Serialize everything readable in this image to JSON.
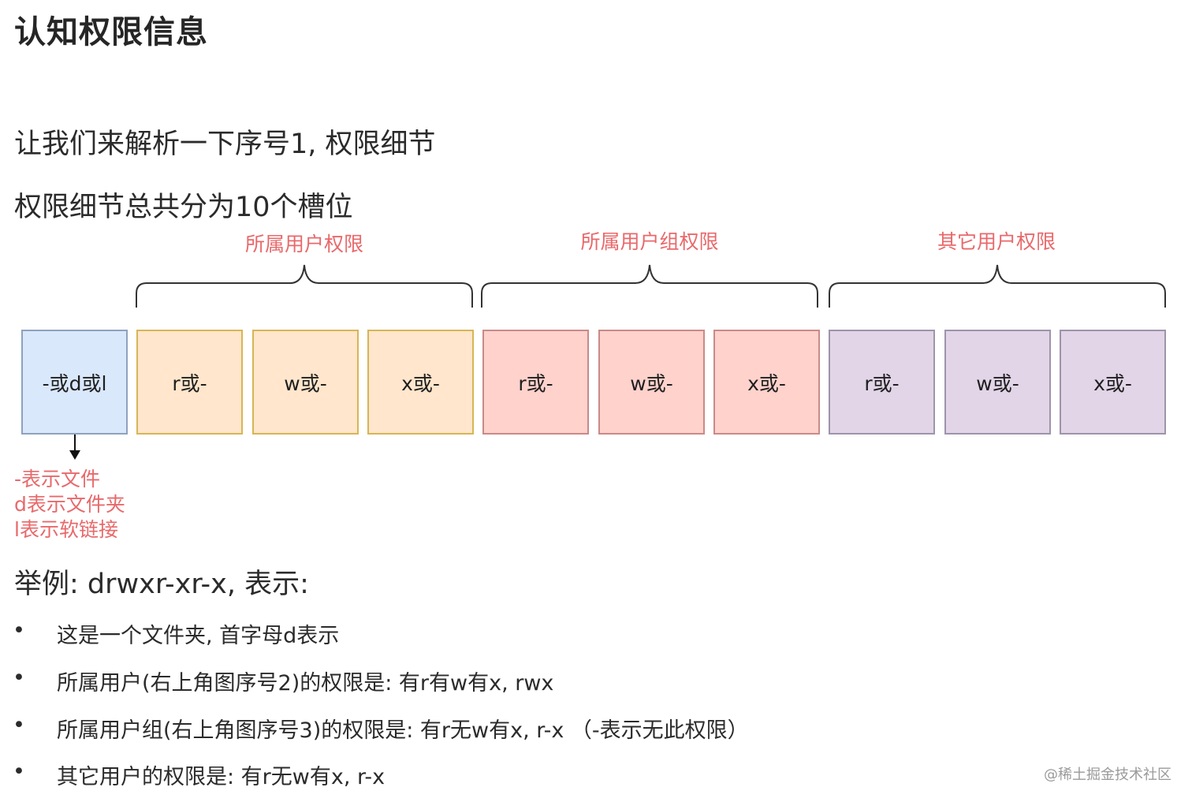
{
  "page": {
    "title": "认知权限信息",
    "intro_line_1": "让我们来解析一下序号1, 权限细节",
    "intro_line_2": "权限细节总共分为10个槽位"
  },
  "diagram": {
    "groups": [
      {
        "label": "所属用户权限",
        "color": "#e8696b"
      },
      {
        "label": "所属用户组权限",
        "color": "#e8696b"
      },
      {
        "label": "其它用户权限",
        "color": "#e8696b"
      }
    ],
    "slots": [
      {
        "label": "-或d或l",
        "kind": "type",
        "fill": "#dae8fc",
        "stroke": "#8ea2bd"
      },
      {
        "label": "r或-",
        "kind": "owner",
        "fill": "#ffe6cc",
        "stroke": "#d6b656"
      },
      {
        "label": "w或-",
        "kind": "owner",
        "fill": "#ffe6cc",
        "stroke": "#d6b656"
      },
      {
        "label": "x或-",
        "kind": "owner",
        "fill": "#ffe6cc",
        "stroke": "#d6b656"
      },
      {
        "label": "r或-",
        "kind": "group",
        "fill": "#ffd2cc",
        "stroke": "#c98a88"
      },
      {
        "label": "w或-",
        "kind": "group",
        "fill": "#ffd2cc",
        "stroke": "#c98a88"
      },
      {
        "label": "x或-",
        "kind": "group",
        "fill": "#ffd2cc",
        "stroke": "#c98a88"
      },
      {
        "label": "r或-",
        "kind": "other",
        "fill": "#e1d5e7",
        "stroke": "#9e94ab"
      },
      {
        "label": "w或-",
        "kind": "other",
        "fill": "#e1d5e7",
        "stroke": "#9e94ab"
      },
      {
        "label": "x或-",
        "kind": "other",
        "fill": "#e1d5e7",
        "stroke": "#9e94ab"
      }
    ],
    "type_notes": [
      "-表示文件",
      "d表示文件夹",
      "l表示软链接"
    ],
    "arrow_icon": "arrow-down-icon"
  },
  "example": {
    "heading": "举例: drwxr-xr-x, 表示:",
    "bullet_glyph": "•",
    "bullets": [
      "这是一个文件夹, 首字母d表示",
      "所属用户(右上角图序号2)的权限是: 有r有w有x, rwx",
      "所属用户组(右上角图序号3)的权限是: 有r无w有x, r-x （-表示无此权限）",
      "其它用户的权限是: 有r无w有x, r-x"
    ]
  },
  "watermark": "@稀土掘金技术社区"
}
